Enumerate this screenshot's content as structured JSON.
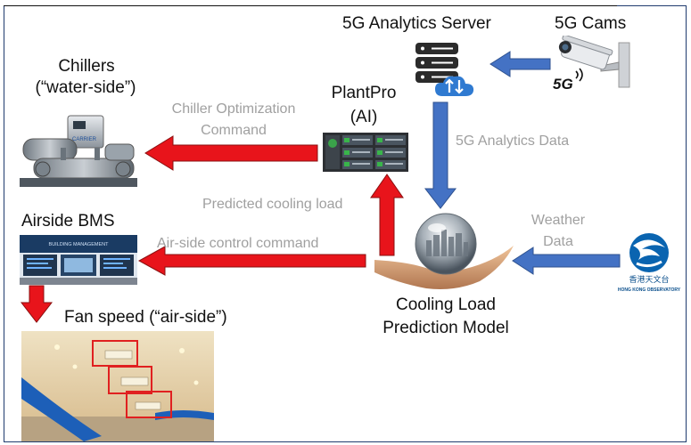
{
  "colors": {
    "red_arrow": "#e8141b",
    "red_arrow_edge": "#8a1010",
    "blue_arrow": "#4472c4",
    "blue_arrow_edge": "#2f528f",
    "label_gray": "#a0a0a0",
    "label_dark": "#111111",
    "frame": "#1f3b6e",
    "highlight_box": "#e02020"
  },
  "nodes": {
    "server": "5G Analytics Server",
    "cams": "5G Cams",
    "chillers_line1": "Chillers",
    "chillers_line2": "(“water-side”)",
    "plantpro_line1": "PlantPro",
    "plantpro_line2": "(AI)",
    "airside_bms": "Airside BMS",
    "fan_speed": "Fan speed (“air-side”)",
    "model_line1": "Cooling Load",
    "model_line2": "Prediction Model"
  },
  "edges": {
    "chiller_cmd_line1": "Chiller Optimization",
    "chiller_cmd_line2": "Command",
    "analytics_data": "5G Analytics Data",
    "predicted_load": "Predicted cooling load",
    "airside_cmd": "Air-side control command",
    "weather_line1": "Weather",
    "weather_line2": "Data"
  },
  "icons": {
    "chiller": "chiller-machine-image",
    "plantpro": "plantpro-dashboard-image",
    "server": "database-server-icon",
    "camera": "cctv-camera-icon",
    "bms": "bms-control-room-image",
    "fan_photo": "ceiling-vents-photo",
    "globe": "crystal-ball-in-hand-image",
    "observatory": "hong-kong-observatory-logo"
  },
  "badges": {
    "five_g": "5G",
    "observatory_cn": "香港天文台",
    "observatory_en": "HONG KONG OBSERVATORY",
    "chiller_brand": "CARRIER",
    "bms_screen": "BUILDING MANAGEMENT"
  }
}
